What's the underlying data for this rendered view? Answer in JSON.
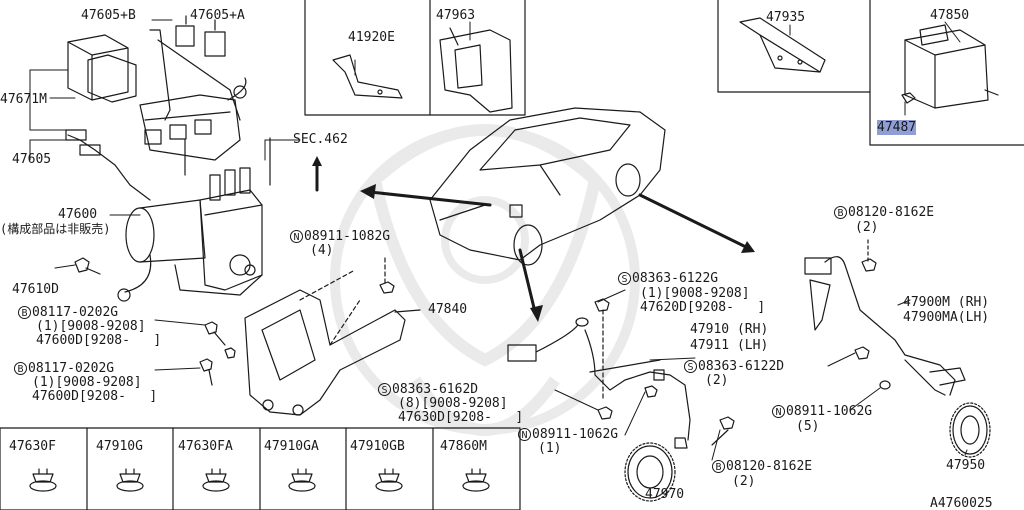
{
  "diagram_code": "A4760025",
  "labels": {
    "p47605B": "47605+B",
    "p47605A": "47605+A",
    "p47671M": "47671M",
    "p47605": "47605",
    "p47600": "47600",
    "note_jp": "(構成部品は非販売)",
    "p47610D": "47610D",
    "bolt1_code": "08117-0202G",
    "bolt1_l1": "(1)[9008-9208]",
    "bolt1_l2": "47600D[9208-   ]",
    "bolt2_code": "08117-0202G",
    "bolt2_l1": "(1)[9008-9208]",
    "bolt2_l2": "47600D[9208-   ]",
    "sec462": "SEC.462",
    "p41920E": "41920E",
    "p47963": "47963",
    "nut1_code": "08911-1082G",
    "nut1_qty": "(4)",
    "p47840": "47840",
    "p47935": "47935",
    "p47850": "47850",
    "p47487": "47487",
    "bolt3_code": "08120-8162E",
    "bolt3_qty": "(2)",
    "p47900M": "47900M (RH)",
    "p47900MA": "47900MA(LH)",
    "screw1_code": "08363-6122G",
    "screw1_l1": "(1)[9008-9208]",
    "screw1_l2": "47620D[9208-   ]",
    "p47910": "47910 (RH)",
    "p47911": "47911 (LH)",
    "screw2_code": "08363-6122D",
    "screw2_qty": "(2)",
    "screw3_code": "08363-6162D",
    "screw3_l1": "(8)[9008-9208]",
    "screw3_l2": "47630D[9208-   ]",
    "nut2_code": "08911-1062G",
    "nut2_qty": "(1)",
    "nut3_code": "08911-1062G",
    "nut3_qty": "(5)",
    "bolt4_code": "08120-8162E",
    "bolt4_qty": "(2)",
    "p47950": "47950",
    "p47970": "47970",
    "prefix_B": "B",
    "prefix_S": "S",
    "prefix_N": "N"
  },
  "bottom_parts": [
    "47630F",
    "47910G",
    "47630FA",
    "47910GA",
    "47910GB",
    "47860M"
  ],
  "colors": {
    "line": "#1a1a1a",
    "highlight": "#8f9fd6",
    "background": "#ffffff"
  }
}
